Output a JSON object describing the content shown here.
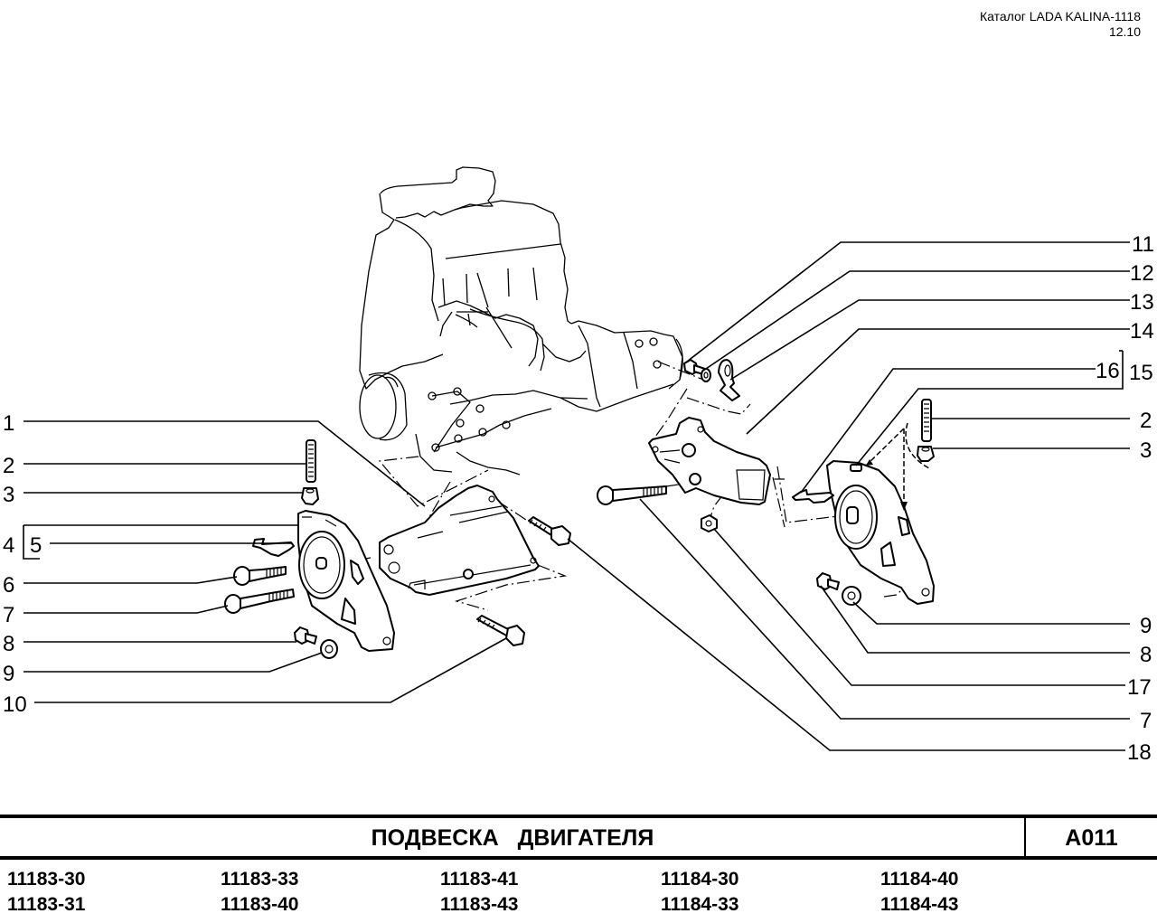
{
  "header": {
    "catalog": "Каталог LADA KALINA-1118",
    "date": "12.10"
  },
  "diagram": {
    "callouts_left": [
      "1",
      "2",
      "3",
      "4",
      "5",
      "6",
      "7",
      "8",
      "9",
      "10"
    ],
    "callouts_right": [
      "11",
      "12",
      "13",
      "14",
      "16",
      "15",
      "2",
      "3",
      "9",
      "8",
      "17",
      "7",
      "18"
    ]
  },
  "footer": {
    "title": "ПОДВЕСКА ДВИГАТЕЛЯ",
    "code": "A011",
    "models": [
      [
        "11183-30",
        "11183-31"
      ],
      [
        "11183-33",
        "11183-40"
      ],
      [
        "11183-41",
        "11183-43"
      ],
      [
        "11184-30",
        "11184-33"
      ],
      [
        "11184-40",
        "11184-43"
      ]
    ]
  }
}
